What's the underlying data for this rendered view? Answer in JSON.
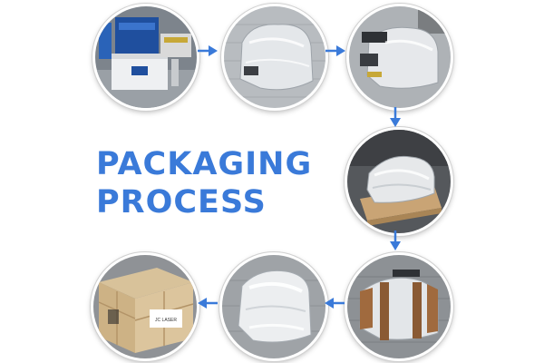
{
  "title": {
    "line1": "PACKAGING",
    "line2": "PROCESS"
  },
  "steps": [
    {
      "icon": "laser-machine-photo"
    },
    {
      "icon": "plastic-wrapped-machine-photo"
    },
    {
      "icon": "wrapped-machine-with-mount-photo"
    },
    {
      "icon": "wrapped-machine-on-pallet-photo"
    },
    {
      "icon": "strapped-machine-with-corners-photo"
    },
    {
      "icon": "sealed-wrapped-bundle-photo"
    },
    {
      "icon": "wooden-crate-photo"
    }
  ],
  "colors": {
    "accent": "#3a7ad9",
    "arrow": "#3a7ad9"
  },
  "crate_label": "JC LASER"
}
